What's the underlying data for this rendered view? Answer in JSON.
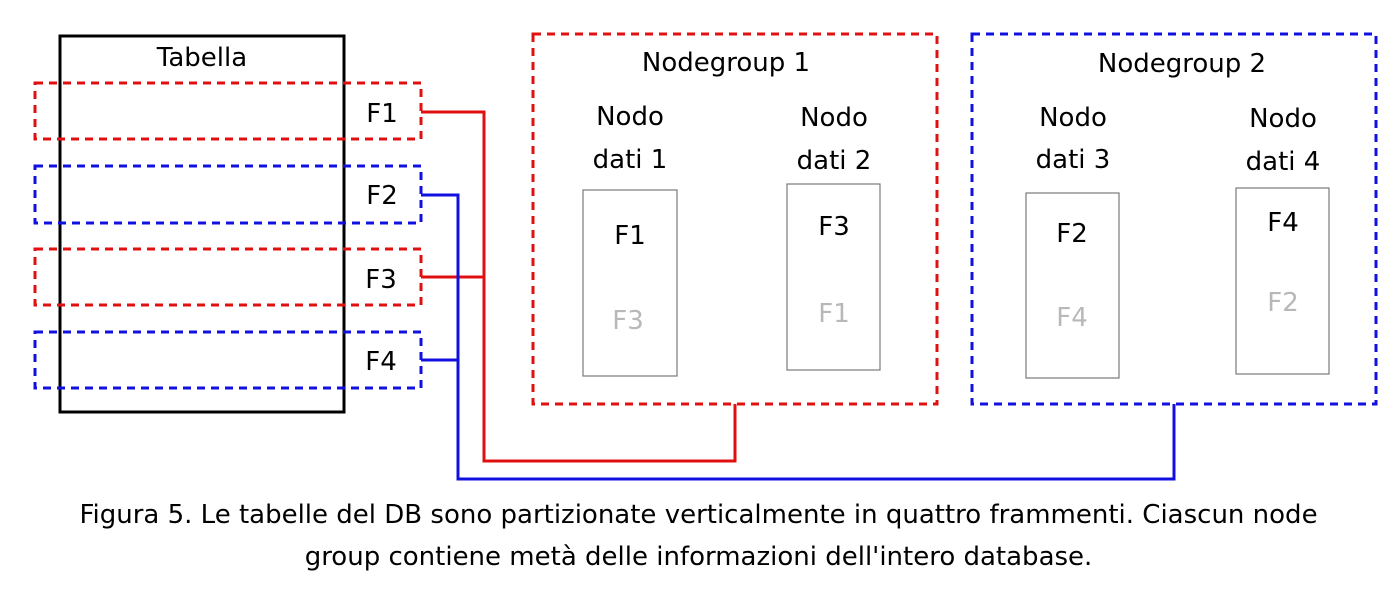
{
  "table": {
    "title": "Tabella"
  },
  "fragments": [
    {
      "id": "F1",
      "color": "#e01010"
    },
    {
      "id": "F2",
      "color": "#1010e0"
    },
    {
      "id": "F3",
      "color": "#e01010"
    },
    {
      "id": "F4",
      "color": "#1010e0"
    }
  ],
  "nodegroups": [
    {
      "title": "Nodegroup 1",
      "color": "#e01010",
      "nodes": [
        {
          "name_line1": "Nodo",
          "name_line2": "dati 1",
          "primary": "F1",
          "replica": "F3"
        },
        {
          "name_line1": "Nodo",
          "name_line2": "dati 2",
          "primary": "F3",
          "replica": "F1"
        }
      ]
    },
    {
      "title": "Nodegroup 2",
      "color": "#1010e0",
      "nodes": [
        {
          "name_line1": "Nodo",
          "name_line2": "dati 3",
          "primary": "F2",
          "replica": "F4"
        },
        {
          "name_line1": "Nodo",
          "name_line2": "dati 4",
          "primary": "F4",
          "replica": "F2"
        }
      ]
    }
  ],
  "replica_color": "#b8b8b8",
  "caption": {
    "line1": "Figura 5. Le tabelle del DB sono partizionate verticalmente in quattro frammenti. Ciascun node",
    "line2": "group contiene metà delle informazioni dell'intero database."
  }
}
